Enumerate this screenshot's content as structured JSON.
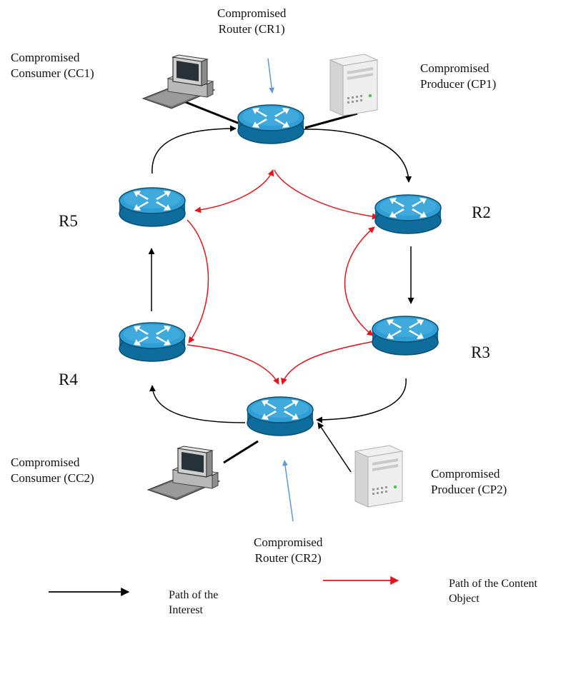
{
  "labels": {
    "cr1": [
      "Compromised",
      "Router (CR1)"
    ],
    "cc1": [
      "Compromised",
      "Consumer (CC1)"
    ],
    "cp1": [
      "Compromised",
      "Producer (CP1)"
    ],
    "r5": "R5",
    "r2": "R2",
    "r4": "R4",
    "r3": "R3",
    "cc2": [
      "Compromised",
      "Consumer (CC2)"
    ],
    "cp2": [
      "Compromised",
      "Producer (CP2)"
    ],
    "cr2": [
      "Compromised",
      "Router (CR2)"
    ]
  },
  "legend": {
    "interest": [
      "Path of the",
      "Interest"
    ],
    "content": [
      "Path of the Content",
      "Object"
    ]
  },
  "colors": {
    "interest_path": "#000000",
    "content_path": "#e3141b",
    "pointer": "#5b9bd5",
    "router_top": "#2f9fd6",
    "router_side": "#0e6d9c"
  },
  "icons": {
    "router": "router-icon",
    "computer": "desktop-computer-icon",
    "server": "server-tower-icon"
  }
}
